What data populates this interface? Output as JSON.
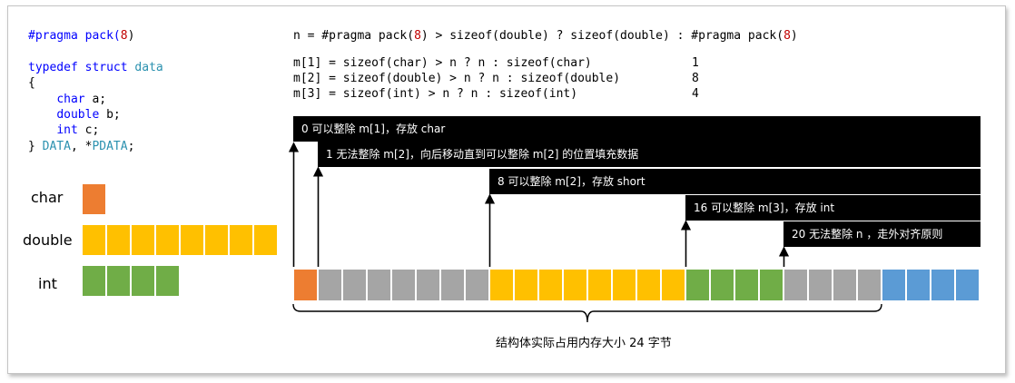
{
  "code_left": {
    "pragma_prefix": "#pragma pack(",
    "pragma_num": "8",
    "pragma_suffix": ")",
    "typedef_kw": "typedef",
    "struct_kw": "struct",
    "struct_name": "data",
    "open_brace": "{",
    "field_a_type": "char",
    "field_a_name": " a;",
    "field_b_type": "double",
    "field_b_name": " b;",
    "field_c_type": "int",
    "field_c_name": " c;",
    "close_prefix": "} ",
    "alias1": "DATA",
    "alias_sep": ", *",
    "alias2": "PDATA",
    "close_suffix": ";"
  },
  "formula": {
    "n_prefix": "n = #pragma pack(",
    "n_num1": "8",
    "n_mid": ") > sizeof(double) ? sizeof(double) : #pragma pack(",
    "n_num2": "8",
    "n_suffix": ")",
    "m1": "m[1] = sizeof(char) > n ? n : sizeof(char)",
    "m1_val": "1",
    "m2": "m[2] = sizeof(double) > n ? n : sizeof(double)",
    "m2_val": "8",
    "m3": "m[3] = sizeof(int) > n ? n : sizeof(int)",
    "m3_val": "4"
  },
  "legend": [
    {
      "label": "char",
      "color": "#ed7d31",
      "blocks": 1
    },
    {
      "label": "double",
      "color": "#ffc000",
      "blocks": 8
    },
    {
      "label": "int",
      "color": "#70ad47",
      "blocks": 4
    }
  ],
  "banners": [
    "0 可以整除 m[1]，存放 char",
    "1 无法整除 m[2]，向后移动直到可以整除 m[2] 的位置填充数据",
    "8 可以整除 m[2]，存放 short",
    "16 可以整除 m[3]，存放 int",
    "20 无法整除 n ，走外对齐原则"
  ],
  "memory": [
    "#ed7d31",
    "#a5a5a5",
    "#a5a5a5",
    "#a5a5a5",
    "#a5a5a5",
    "#a5a5a5",
    "#a5a5a5",
    "#a5a5a5",
    "#ffc000",
    "#ffc000",
    "#ffc000",
    "#ffc000",
    "#ffc000",
    "#ffc000",
    "#ffc000",
    "#ffc000",
    "#70ad47",
    "#70ad47",
    "#70ad47",
    "#70ad47",
    "#a5a5a5",
    "#a5a5a5",
    "#a5a5a5",
    "#a5a5a5",
    "#5b9bd5",
    "#5b9bd5",
    "#5b9bd5",
    "#5b9bd5"
  ],
  "caption": "结构体实际占用内存大小 24 字节",
  "colors": {
    "char": "#ed7d31",
    "double": "#ffc000",
    "int": "#70ad47",
    "padding": "#a5a5a5",
    "outside": "#5b9bd5",
    "banner": "#000000"
  }
}
